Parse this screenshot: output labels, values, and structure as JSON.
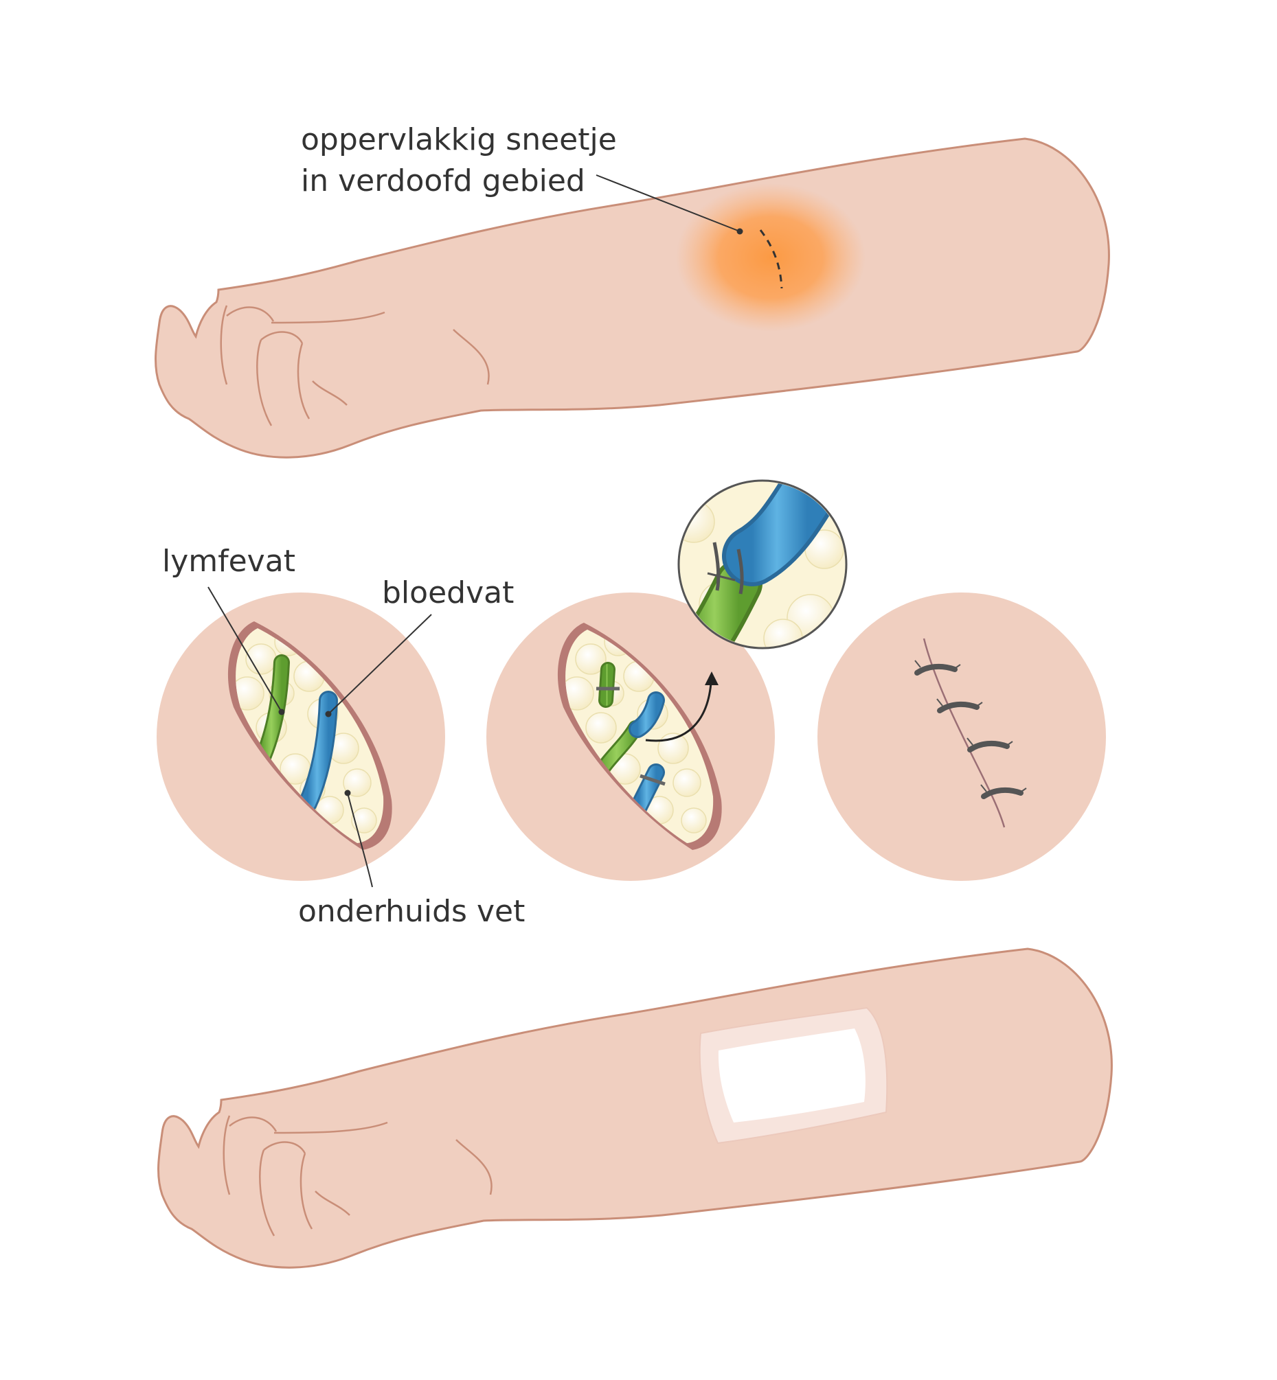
{
  "labels": {
    "incision_line1": "oppervlakkig sneetje",
    "incision_line2": "in verdoofd gebied",
    "lymph_vessel": "lymfevat",
    "blood_vessel": "bloedvat",
    "subcutaneous_fat": "onderhuids vet"
  },
  "colors": {
    "skin": "#f0cfc0",
    "skin_outline": "#c98e78",
    "wound_edge": "#b77a74",
    "fat": "#fbf4d8",
    "lymph_vessel": "#7dbb45",
    "blood_vessel": "#3f97cf",
    "anesthesia_glow": "#fba14f",
    "suture": "#555555",
    "dressing_border": "#f7e4dd",
    "dressing_pad": "#ffffff"
  }
}
